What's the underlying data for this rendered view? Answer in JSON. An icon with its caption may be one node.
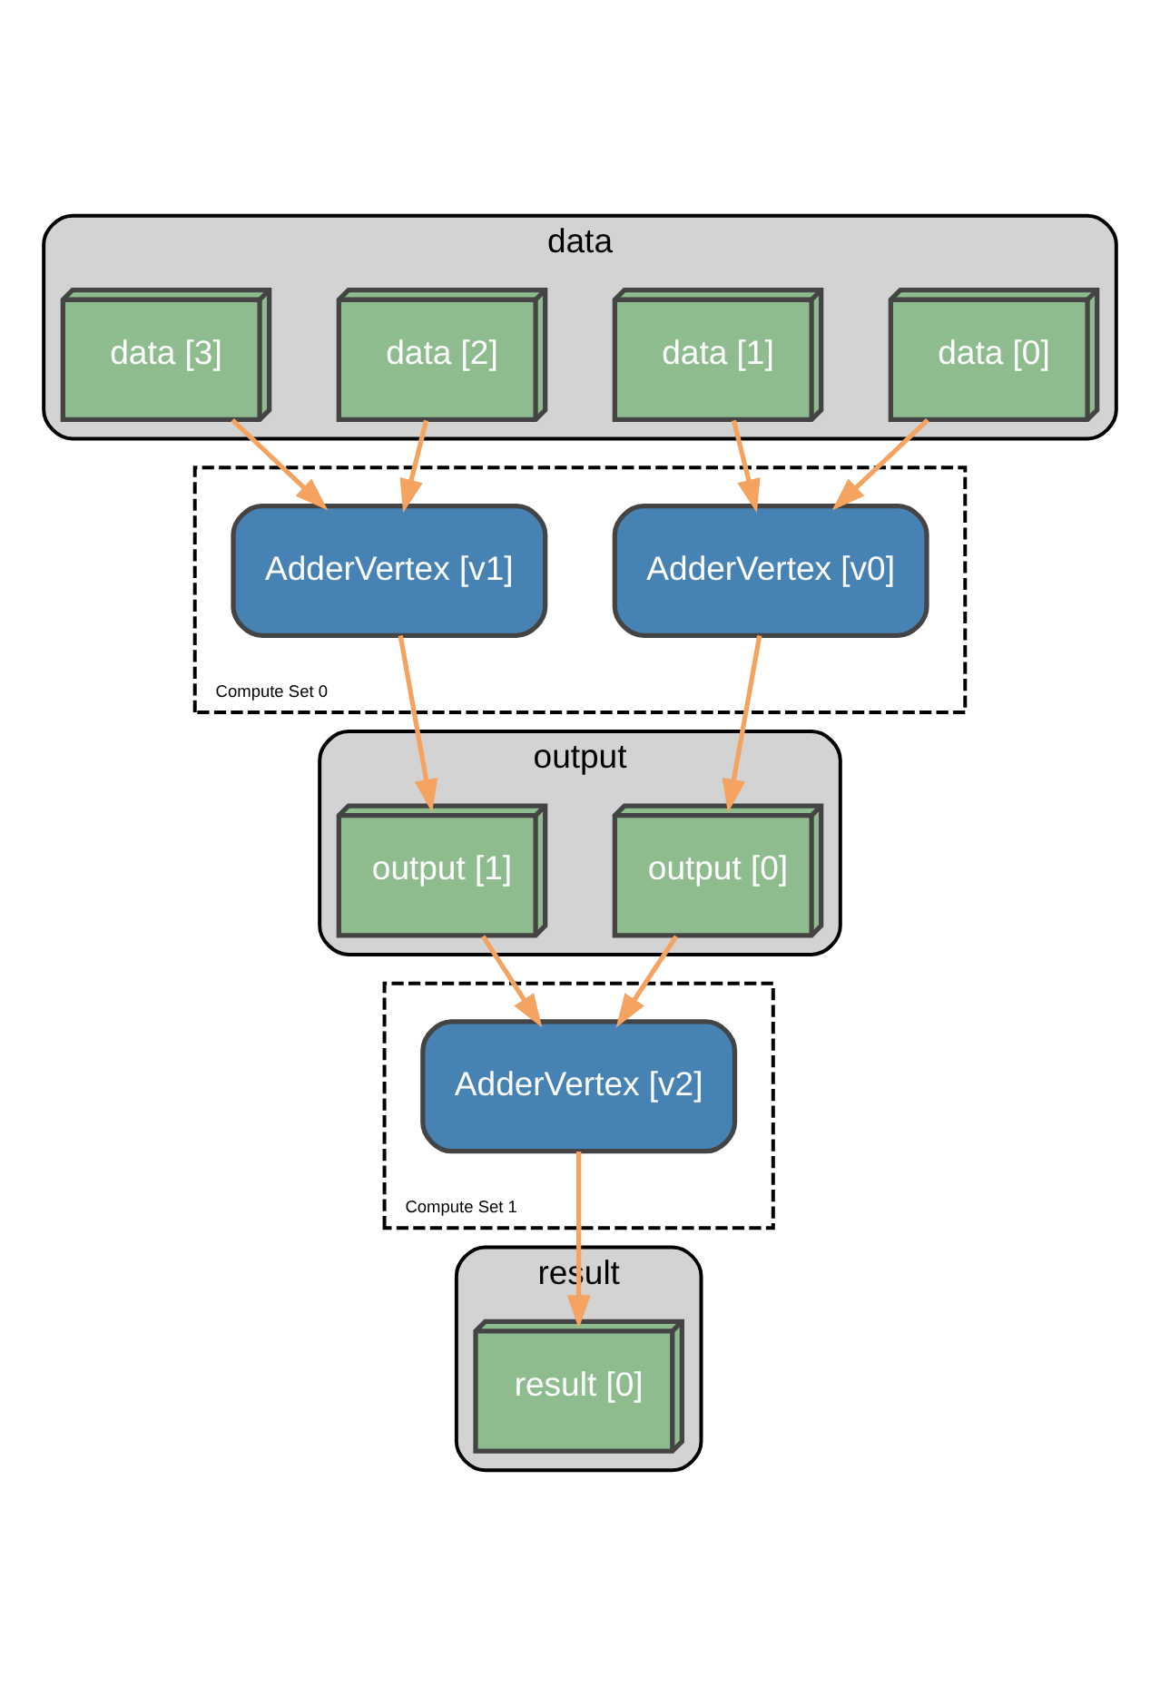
{
  "diagram": {
    "nodes": [
      {
        "text": [
          "data"
        ]
      },
      {
        "text": [
          "data [0]"
        ],
        "in": 0
      },
      {
        "text": [
          "data [1]"
        ],
        "in": 0
      },
      {
        "text": [
          "data [2]"
        ],
        "in": 0
      },
      {
        "text": [
          "data [3]"
        ],
        "in": 0
      },
      {
        "text": [
          "Compute Set 0"
        ]
      },
      {
        "text": [
          "AdderVertex [v0]"
        ],
        "in": 5
      },
      {
        "text": [
          "AdderVertex [v1]"
        ],
        "in": 5
      },
      {
        "text": [
          "output"
        ]
      },
      {
        "text": [
          "output [0]"
        ],
        "in": 8
      },
      {
        "text": [
          "output [1]"
        ],
        "in": 8
      },
      {
        "text": [
          "Compute Set 1"
        ]
      },
      {
        "text": [
          "AdderVertex [v2]"
        ],
        "in": 11
      },
      {
        "text": [
          "result"
        ]
      },
      {
        "text": [
          "result [0]"
        ],
        "in": 13
      }
    ],
    "edges": [
      {
        "from": 1,
        "to": 6,
        "arrow": "to"
      },
      {
        "from": 2,
        "to": 6,
        "arrow": "to"
      },
      {
        "from": 3,
        "to": 7,
        "arrow": "to"
      },
      {
        "from": 4,
        "to": 7,
        "arrow": "to"
      },
      {
        "from": 6,
        "to": 9,
        "arrow": "to"
      },
      {
        "from": 7,
        "to": 10,
        "arrow": "to"
      },
      {
        "from": 9,
        "to": 12,
        "arrow": "to"
      },
      {
        "from": 10,
        "to": 12,
        "arrow": "to"
      },
      {
        "from": 12,
        "to": 14,
        "arrow": "to"
      }
    ]
  }
}
